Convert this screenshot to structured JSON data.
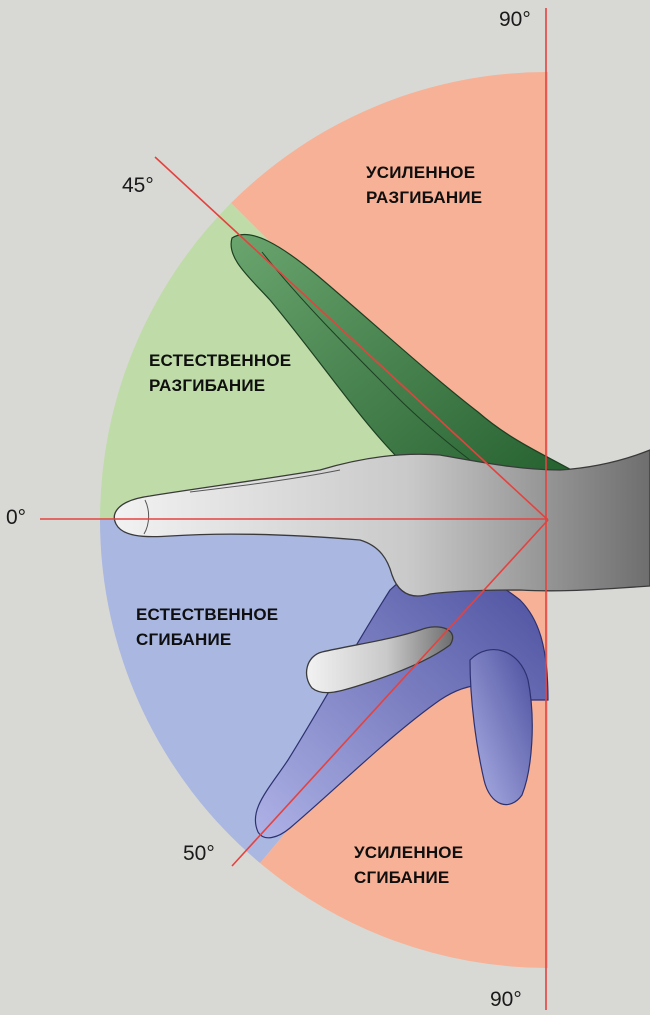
{
  "angles": {
    "top_90": "90°",
    "ext_45": "45°",
    "zero": "0°",
    "flex_50": "50°",
    "bottom_90": "90°"
  },
  "zones": {
    "hyperextension": {
      "line1": "УСИЛЕННОЕ",
      "line2": "РАЗГИБАНИЕ"
    },
    "natural_extension": {
      "line1": "ЕСТЕСТВЕННОЕ",
      "line2": "РАЗГИБАНИЕ"
    },
    "natural_flexion": {
      "line1": "ЕСТЕСТВЕННОЕ",
      "line2": "СГИБАНИЕ"
    },
    "hyperflexion": {
      "line1": "УСИЛЕННОЕ",
      "line2": "СГИБАНИЕ"
    }
  },
  "colors": {
    "background": "#d8d9d4",
    "hyper_zone": "#f7b196",
    "extension_zone": "#bfdca8",
    "flexion_zone": "#a9b7e1",
    "reference_line": "#e5423f",
    "hand_neutral": "#a8a8a8",
    "hand_extended": "#2f6f3b",
    "hand_flexed": "#5d63b0"
  }
}
